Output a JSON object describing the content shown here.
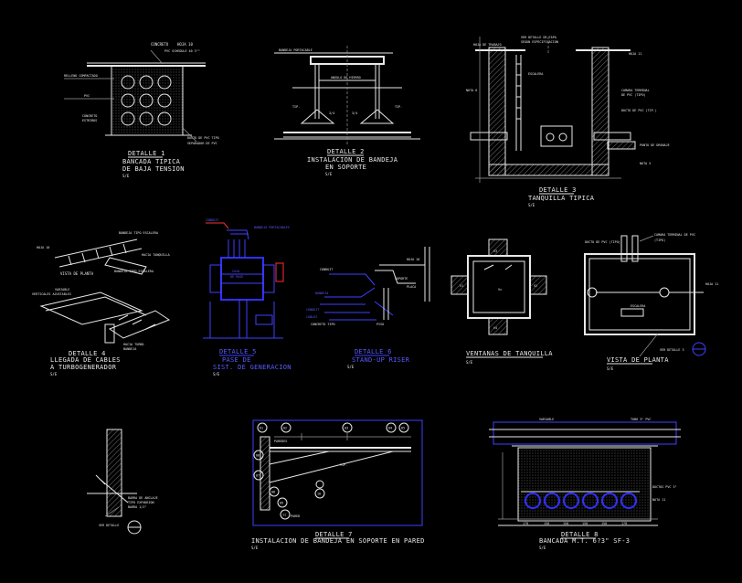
{
  "details": {
    "d1": {
      "title": "DETALLE 1",
      "sub1": "BANCADA TIPICA",
      "sub2": "DE BAJA TENSION",
      "scale": "S/E",
      "notes": [
        "CONCRETO",
        "HOJA 10",
        "PVC SCHEDULE 40 3\"\"",
        "RELLENO COMPACTADO",
        "PVC",
        "CONCRETO",
        "ESTRIBOS",
        "DUCTO DE PVC TIPO",
        "SEPARADOR DE PVC"
      ]
    },
    "d2": {
      "title": "DETALLE 2",
      "sub1": "INSTALACION DE BANDEJA",
      "sub2": "EN SOPORTE",
      "scale": "S/E",
      "notes": [
        "BANDEJA PORTACABLE",
        "ANGULO DE HIERRO",
        "TIP.",
        "TIP.",
        "3/4",
        "3/4"
      ]
    },
    "d3": {
      "title": "DETALLE 3",
      "sub1": "TANQUILLA TIPICA",
      "scale": "S/E",
      "notes": [
        "VER DETALLE DE TAPA",
        "SEGUN ESPECIFICACION",
        "HOJA DE TRABAJO",
        "HOJA 11",
        "ESCALERA",
        "NOTA 6",
        "CAMARA TERMINAL",
        "DE PVC (TIPO)",
        "DUCTO DE PVC (TIP.)",
        "PUNTO DE DRENAJE",
        "NOTA 5"
      ]
    },
    "d4": {
      "title": "DETALLE 4",
      "sub1": "LLEGADA DE CABLES",
      "sub2": "A TURBOGENERADOR",
      "scale": "S/E",
      "sub_title": "VISTA DE PLANTA",
      "notes": [
        "HOJA 10",
        "BANDEJA TIPO ESCALERA",
        "HACIA TANQUILLA",
        "BANDEJA TIPO ESCALERA",
        "VARIABLE",
        "VERTICALES AJUSTABLES",
        "HACIA TURBO",
        "BANDEJA"
      ]
    },
    "d5": {
      "title": "DETALLE 5",
      "sub1": "PASE DE",
      "sub2": "SIST. DE GENERACION",
      "scale": "S/E",
      "notes": [
        "CONDUIT",
        "BANDEJA PORTACABLES",
        "CAJA",
        "DE PASE"
      ]
    },
    "d6": {
      "title": "DETALLE 6",
      "sub1": "STAND-UP RISER",
      "scale": "S/E",
      "notes": [
        "HOJA 10",
        "CONDUIT",
        "SOPORTE",
        "PLACA",
        "BANDEJA",
        "CONDUIT",
        "CABLES",
        "PISO",
        "CONCRETO TIPO"
      ]
    },
    "windows": {
      "title": "VENTANAS DE TANQUILLA",
      "scale": "S/E",
      "marks": [
        "V3",
        "V1",
        "V2",
        "V4",
        "Vx"
      ]
    },
    "plan": {
      "title": "VISTA DE PLANTA",
      "scale": "S/E",
      "notes": [
        "DUCTO DE PVC (TIPO)",
        "CAMARA TERMINAL DE PVC",
        "(TIPO)",
        "ESCALERA",
        "HOJA 11",
        "VER DETALLE 3"
      ]
    },
    "anchor": {
      "notes": [
        "VER DETALLE",
        "BARRA DE ANCLAJE",
        "TIPO EXPANSION",
        "BARRA 1/2\""
      ]
    },
    "d7": {
      "title": "DETALLE 7",
      "sub1": "INSTALACION DE BANDEJA EN SOPORTE EN PARED",
      "scale": "S/E",
      "tags": [
        "01",
        "02",
        "03",
        "04",
        "05",
        "06",
        "07",
        "08",
        "09",
        "10",
        "11"
      ],
      "notes": [
        "PAREDES",
        "TIP.",
        "PARED"
      ]
    },
    "d8": {
      "title": "DETALLE 8",
      "sub1": "BANCADA M.T. 6?3\" SF-3",
      "scale": "S/E",
      "notes": [
        "VARIABLE",
        "TUBO 3\" PVC",
        "DUCTOS PVC 3\"",
        "NOTA 11"
      ],
      "dims": [
        "170",
        "150",
        "150",
        "150",
        "150",
        "170"
      ]
    }
  }
}
